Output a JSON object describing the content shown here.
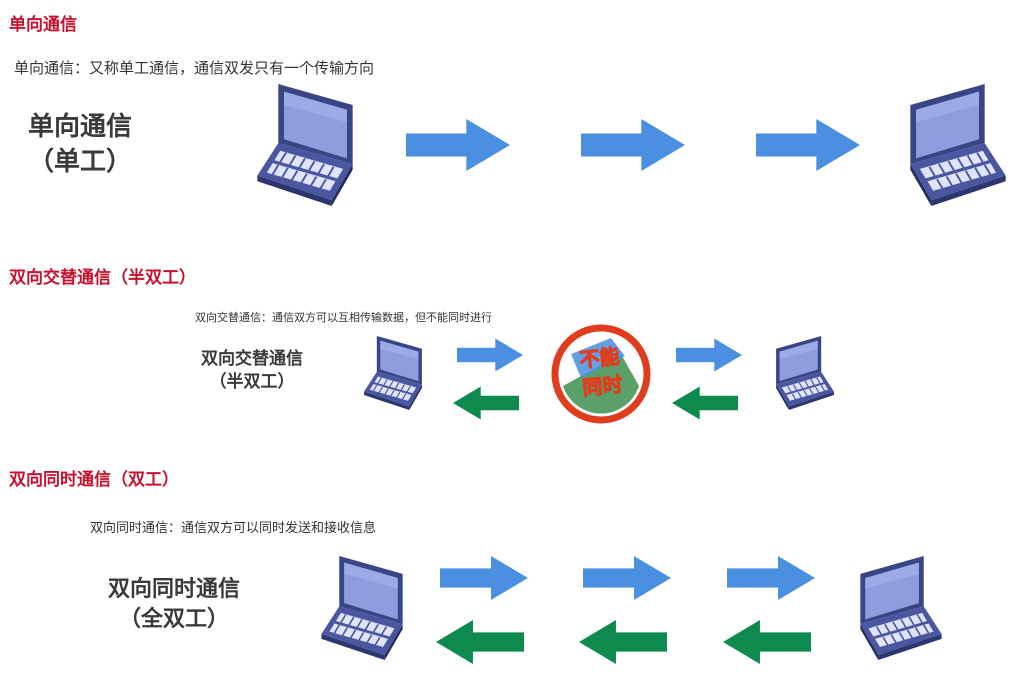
{
  "sections": {
    "simplex": {
      "heading": "单向通信",
      "description": "单向通信：又称单工通信，通信双发只有一个传输方向",
      "label_line1": "单向通信",
      "label_line2": "（单工）"
    },
    "half_duplex": {
      "heading": "双向交替通信（半双工）",
      "description": "双向交替通信：通信双方可以互相传输数据，但不能同时进行",
      "label_line1": "双向交替通信",
      "label_line2": "（半双工）",
      "badge_line1": "不能",
      "badge_line2": "同时"
    },
    "full_duplex": {
      "heading": "双向同时通信（双工）",
      "description": "双向同时通信：通信双方可以同时发送和接收信息",
      "label_line1": "双向同时通信",
      "label_line2": "（全双工）"
    }
  },
  "colors": {
    "heading": "#c8102e",
    "arrow_right": "#4a8fe0",
    "arrow_left": "#0e8a4f",
    "laptop_screen": "#8f9de0",
    "laptop_body": "#3e4a8c",
    "badge_ring": "#e03c1e"
  },
  "icons": [
    "laptop-icon",
    "right-arrow-icon",
    "left-arrow-icon",
    "prohibition-badge-icon"
  ]
}
